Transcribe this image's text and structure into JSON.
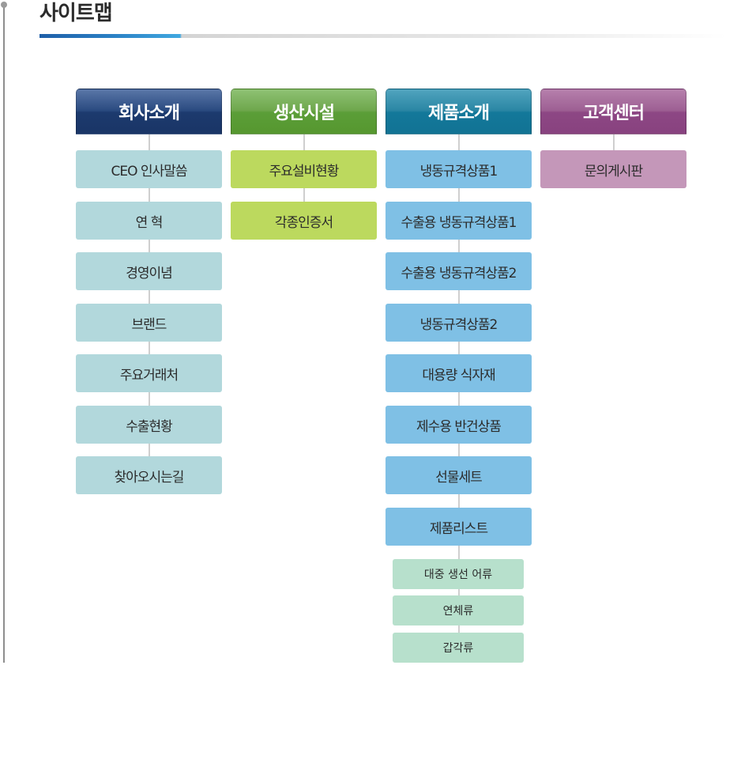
{
  "page": {
    "title": "사이트맵"
  },
  "columns": [
    {
      "header": "회사소개",
      "items": [
        "CEO 인사말씀",
        "연 혁",
        "경영이념",
        "브랜드",
        "주요거래처",
        "수출현황",
        "찾아오시는길"
      ]
    },
    {
      "header": "생산시설",
      "items": [
        "주요설비현황",
        "각종인증서"
      ]
    },
    {
      "header": "제품소개",
      "items": [
        "냉동규격상품1",
        "수출용 냉동규격상품1",
        "수출용 냉동규격상품2",
        "냉동규격상품2",
        "대용량 식자재",
        "제수용 반건상품",
        "선물세트",
        "제품리스트"
      ],
      "subitems": [
        "대중 생선 어류",
        "연체류",
        "갑각류"
      ]
    },
    {
      "header": "고객센터",
      "items": [
        "문의게시판"
      ]
    }
  ]
}
